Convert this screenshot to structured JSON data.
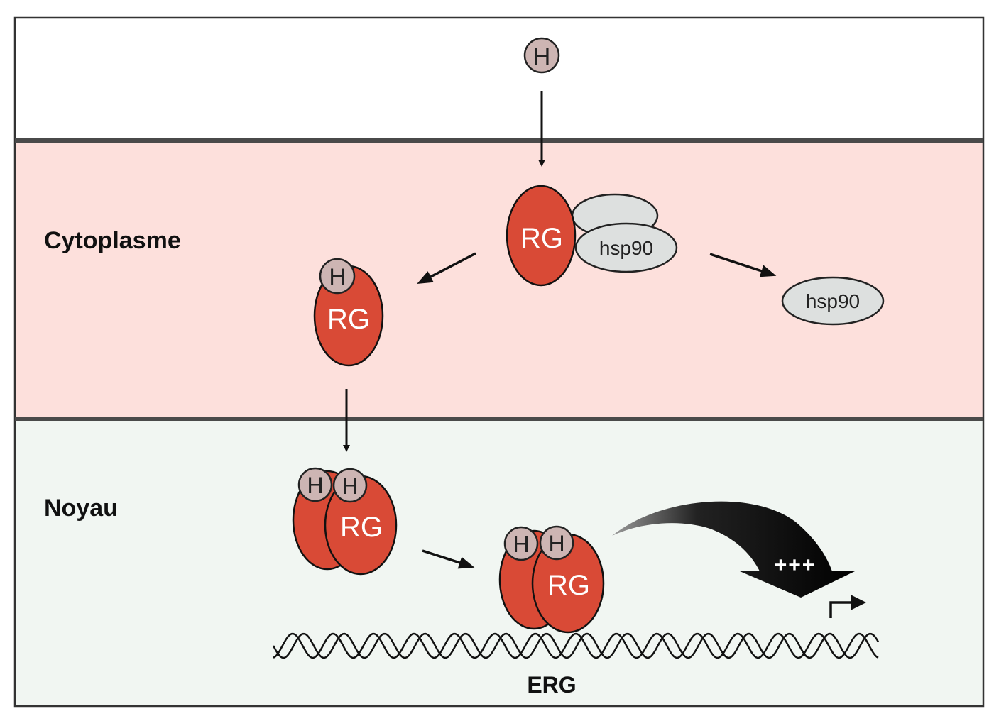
{
  "zones": {
    "extracellular": {
      "label": "",
      "fill": "#ffffff"
    },
    "cytoplasm": {
      "label": "Cytoplasme",
      "fill": "#fde0dc"
    },
    "nucleus": {
      "label": "Noyau",
      "fill": "#f1f6f2"
    }
  },
  "colors": {
    "receptor": "#d94a36",
    "hormone": "#cdb5b3",
    "hsp90": "#dde0df",
    "outline": "#1a1a1a",
    "divider": "#4a4a4a"
  },
  "molecules": {
    "hormone_label": "H",
    "receptor_label": "RG",
    "chaperone_label": "hsp90"
  },
  "gene": {
    "label": "ERG"
  },
  "activation": {
    "label": "+++"
  }
}
